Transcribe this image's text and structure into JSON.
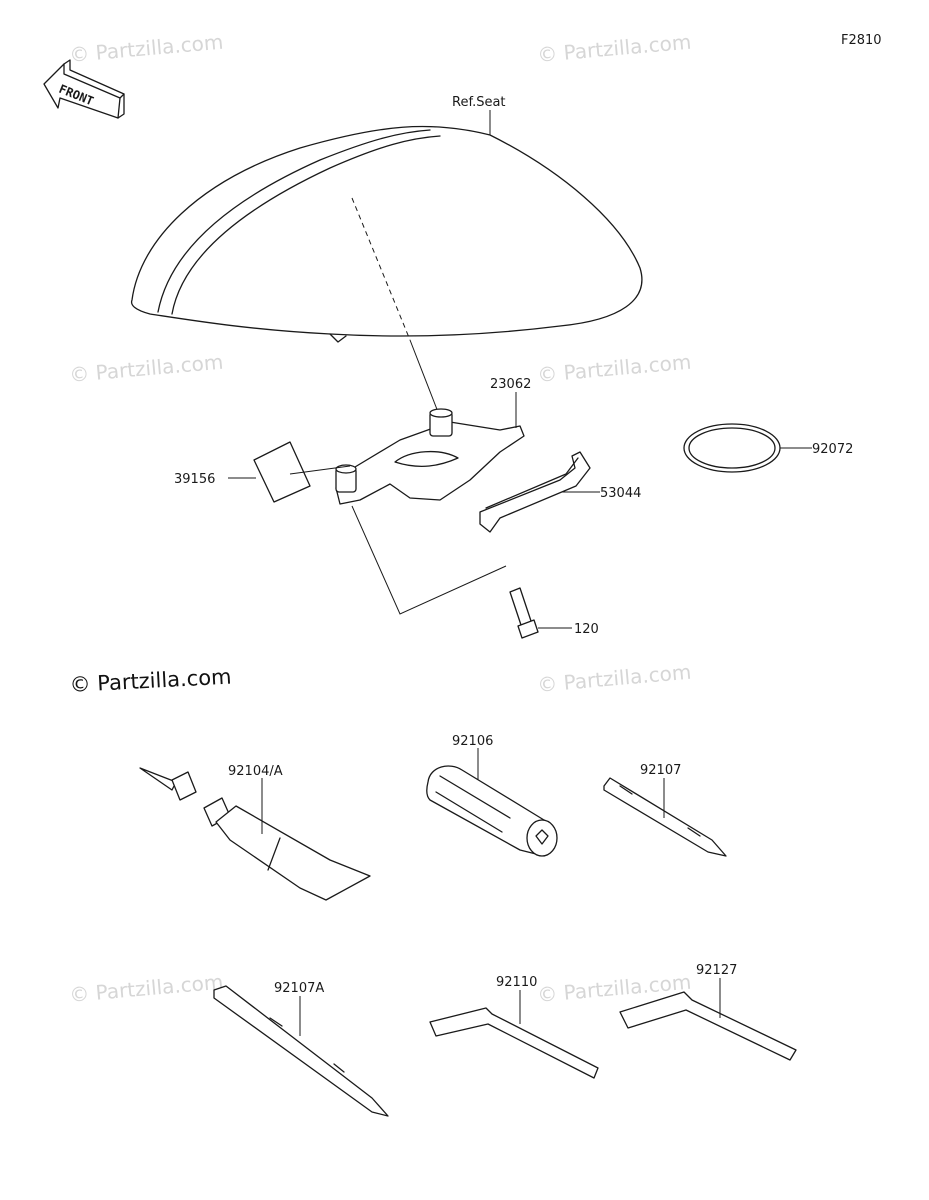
{
  "figure_code": "F2810",
  "front_label": "FRONT",
  "watermark": "© Partzilla.com",
  "ref_label": "Ref.Seat",
  "parts": {
    "p23062": "23062",
    "p39156": "39156",
    "p53044": "53044",
    "p92072": "92072",
    "p120": "120",
    "p92104": "92104/A",
    "p92106": "92106",
    "p92107": "92107",
    "p92107A": "92107A",
    "p92110": "92110",
    "p92127": "92127"
  }
}
